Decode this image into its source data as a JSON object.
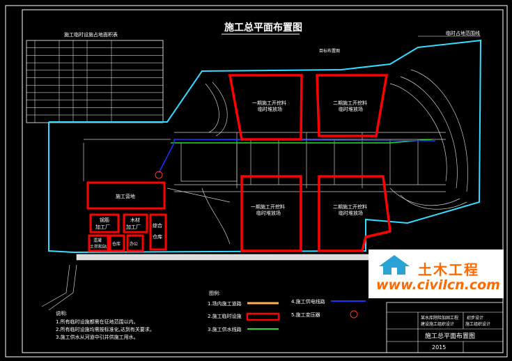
{
  "drawing": {
    "title": "施工总平面布置图",
    "top_right_label": "临时占地范围线",
    "near_label": "目标布置图",
    "table_title": "施工临时设施占地面积表"
  },
  "zones": {
    "stockyard_ne1": [
      "一期施工开挖料",
      "临时堆放场"
    ],
    "stockyard_ne2": [
      "二期施工开挖料",
      "临时堆放场"
    ],
    "stockyard_s1": [
      "一期施工开挖料",
      "临时堆放场"
    ],
    "stockyard_s2": [
      "二期施工开挖料",
      "临时堆放场"
    ],
    "construction_camp": "施工营地",
    "steel_shop": [
      "钢筋",
      "加工厂"
    ],
    "wood_shop": [
      "木材",
      "加工厂"
    ],
    "material_store": [
      "综合",
      "仓库"
    ],
    "concrete_plant": [
      "混凝",
      "土拌和站"
    ],
    "warehouse": "仓库",
    "office": "办公"
  },
  "notes": {
    "heading": "说明:",
    "lines": [
      "1.所有临时设施都需在征地范围以内。",
      "2.所有临时设施均需按标准化,达到有关要求。",
      "3.施工供水从河道中引并供施工用水。"
    ]
  },
  "legend": {
    "title": "图例:",
    "items": [
      {
        "label": "1.场内施工道路",
        "color": "#ffb04a"
      },
      {
        "label": "2.施工临时设施",
        "color": "#ff0000"
      },
      {
        "label": "3.施工供水线路",
        "color": "#22dd22"
      },
      {
        "label": "4.施工供电线路",
        "color": "#1a33ff"
      },
      {
        "label": "5.施工变压器",
        "color": "#ff3333"
      }
    ]
  },
  "title_block": {
    "project": [
      "某水库除险加固工程",
      "建设施工组织设计"
    ],
    "drawing_name": "施工总平面布置图",
    "stage": "初步设计",
    "discipline": "施工组织设计",
    "number": "2015"
  },
  "watermark": {
    "text": "土木工程",
    "url": "www.civilcn.com"
  },
  "colors": {
    "background": "#000000",
    "frame": "#ffffff",
    "boundary": "#33ddff",
    "facility": "#ff0000",
    "water": "#22dd22",
    "power": "#1a33ff",
    "road": "#ffb04a",
    "watermark": "#ff6a00"
  }
}
